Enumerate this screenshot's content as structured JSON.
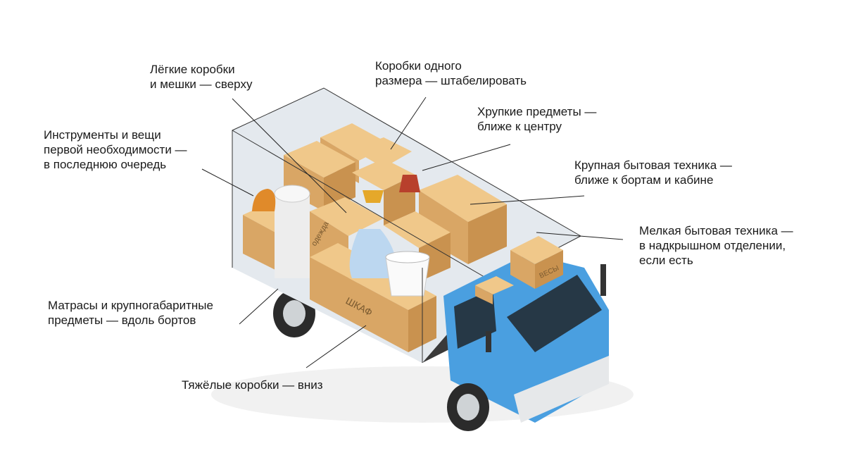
{
  "labels": {
    "light_boxes": [
      "Лёгкие коробки",
      "и мешки — сверху"
    ],
    "same_size": [
      "Коробки одного",
      "размера — штабелировать"
    ],
    "fragile": [
      "Хрупкие предметы —",
      "ближе к центру"
    ],
    "tools": [
      "Инструменты и вещи",
      "первой необходимости —",
      "в последнюю очередь"
    ],
    "large_appliances": [
      "Крупная бытовая техника —",
      "ближе к бортам и кабине"
    ],
    "small_appliances": [
      "Мелкая бытовая техника —",
      "в надкрышном отделении,",
      "если есть"
    ],
    "mattresses": [
      "Матрасы и крупногабаритные",
      "предметы — вдоль бортов"
    ],
    "heavy_boxes": [
      "Тяжёлые коробки — вниз"
    ]
  },
  "box_inscriptions": {
    "clothes": "одежда",
    "wardrobe": "ШКАФ",
    "scales": "ВЕСЫ"
  },
  "colors": {
    "cab_blue": "#4a9fe0",
    "cardboard": "#e8b978",
    "cardboard_dark": "#c9924f",
    "cargo_glass": "#e4e9ee"
  }
}
